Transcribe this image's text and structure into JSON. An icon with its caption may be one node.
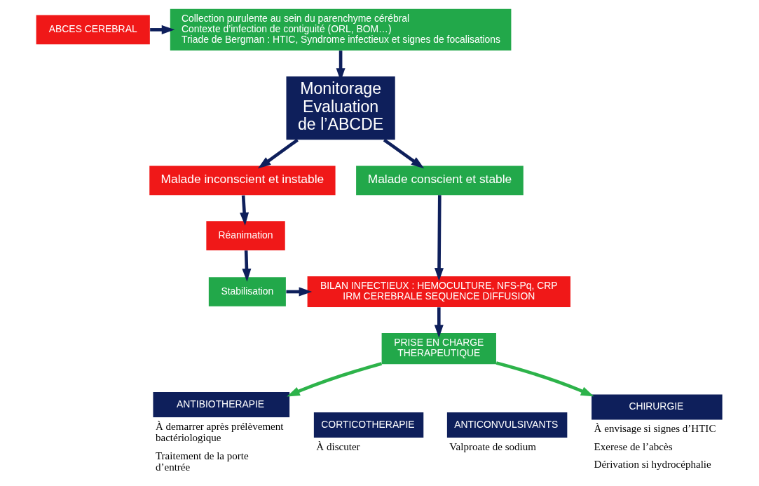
{
  "diagram": {
    "nodes": [
      {
        "text": [
          "ABCES CEREBRAL"
        ]
      },
      {
        "text": [
          "Collection purulente au sein du parenchyme cérébral",
          "Contexte d’infection de contiguité (ORL, BOM…)",
          "Triade de Bergman : HTIC, Syndrome infectieux et signes de focalisations"
        ]
      },
      {
        "text": [
          "Monitorage Evaluation de l’ABCDE"
        ]
      },
      {
        "text": [
          "Malade inconscient et instable"
        ]
      },
      {
        "text": [
          "Malade conscient et stable"
        ]
      },
      {
        "text": [
          "Réanimation"
        ]
      },
      {
        "text": [
          "Stabilisation"
        ]
      },
      {
        "text": [
          "BILAN INFECTIEUX : HEMOCULTURE, NFS-Pq, CRP IRM CEREBRALE SEQUENCE DIFFUSION"
        ]
      },
      {
        "text": [
          "PRISE EN CHARGE THERAPEUTIQUE"
        ]
      },
      {
        "text": [
          "ANTIBIOTHERAPIE"
        ],
        "beside": [
          "À demarrer après prélèvement bactériologique",
          "Traitement de la porte d’entrée"
        ]
      },
      {
        "text": [
          "CORTICOTHERAPIE"
        ],
        "beside": [
          "À discuter"
        ]
      },
      {
        "text": [
          "ANTICONVULSIVANTS"
        ],
        "beside": [
          "Valproate de sodium"
        ]
      },
      {
        "text": [
          "CHIRURGIE"
        ],
        "beside": [
          "À envisage si signes d’HTIC",
          "Exerese de l’abcès",
          "Dérivation si hydrocéphalie"
        ]
      }
    ],
    "edges": [
      {
        "from": 0,
        "to": 1,
        "arrow": "to"
      },
      {
        "from": 1,
        "to": 2,
        "arrow": "to"
      },
      {
        "from": 2,
        "to": 3,
        "arrow": "to"
      },
      {
        "from": 2,
        "to": 4,
        "arrow": "to"
      },
      {
        "from": 3,
        "to": 5,
        "arrow": "to"
      },
      {
        "from": 5,
        "to": 6,
        "arrow": "to"
      },
      {
        "from": 6,
        "to": 7,
        "arrow": "to"
      },
      {
        "from": 4,
        "to": 7,
        "arrow": "to"
      },
      {
        "from": 7,
        "to": 8,
        "arrow": "to"
      },
      {
        "from": 8,
        "to": 9,
        "arrow": "to",
        "color": "#2db34a"
      },
      {
        "from": 8,
        "to": 12,
        "arrow": "to",
        "color": "#2db34a"
      }
    ]
  }
}
